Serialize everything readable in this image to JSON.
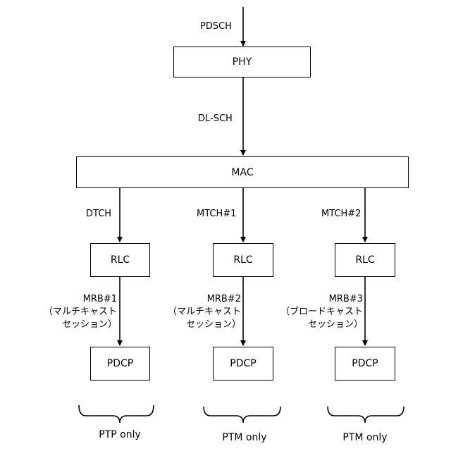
{
  "top": {
    "pdsch": "PDSCH",
    "phy": "PHY",
    "dlsch": "DL-SCH",
    "mac": "MAC"
  },
  "branches": [
    {
      "channel": "DTCH",
      "rlc": "RLC",
      "mrb_id": "MRB#1",
      "mrb_line1": "（マルチキャスト",
      "mrb_line2": "セッション）",
      "pdcp": "PDCP",
      "scope": "PTP only"
    },
    {
      "channel": "MTCH#1",
      "rlc": "RLC",
      "mrb_id": "MRB#2",
      "mrb_line1": "（マルチキャスト",
      "mrb_line2": "セッション）",
      "pdcp": "PDCP",
      "scope": "PTM only"
    },
    {
      "channel": "MTCH#2",
      "rlc": "RLC",
      "mrb_id": "MRB#3",
      "mrb_line1": "（ブロードキャスト",
      "mrb_line2": "セッション）",
      "pdcp": "PDCP",
      "scope": "PTM only"
    }
  ]
}
